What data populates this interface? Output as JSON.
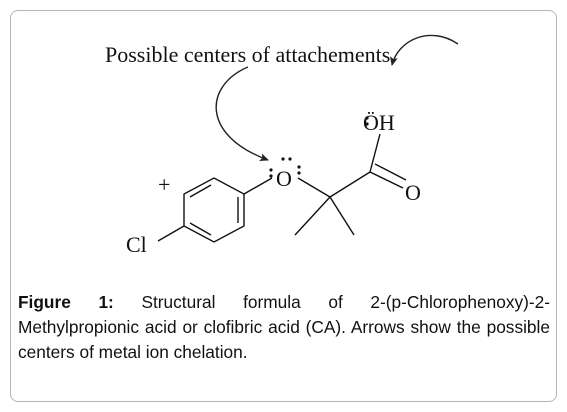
{
  "diagram": {
    "annotation": "Possible centers of attachements",
    "atoms": {
      "oh": "ÖH",
      "ether_o": "O",
      "carbonyl_o": "O",
      "plus": "+",
      "chlorine": "Cl"
    }
  },
  "caption": {
    "label": "Figure 1:",
    "text": " Structural formula of 2-(p-Chlorophenoxy)-2-Methylpropionic acid or clofibric acid (CA). Arrows show the possible centers of metal ion chelation."
  }
}
